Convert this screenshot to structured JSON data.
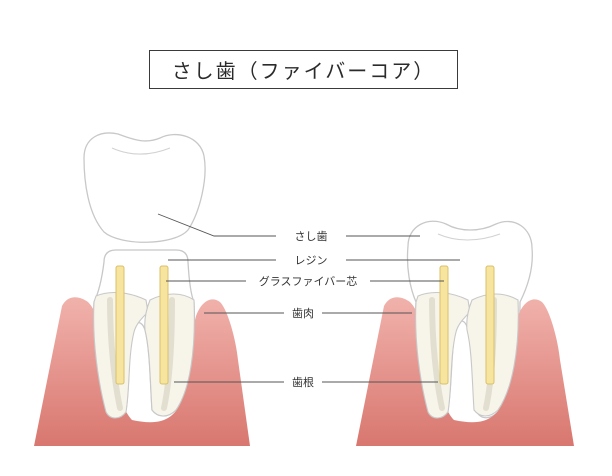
{
  "title": "さし歯（ファイバーコア）",
  "labels": {
    "crown": "さし歯",
    "resin": "レジン",
    "fiber": "グラスファイバー芯",
    "gum": "歯肉",
    "root": "歯根"
  },
  "colors": {
    "gum_top": "#f1b2ac",
    "gum_bottom": "#d8776f",
    "tooth_outline": "#c8c8c8",
    "fiber_fill": "#f7e49e",
    "fiber_stroke": "#d9c068",
    "leader_line": "#555555"
  }
}
